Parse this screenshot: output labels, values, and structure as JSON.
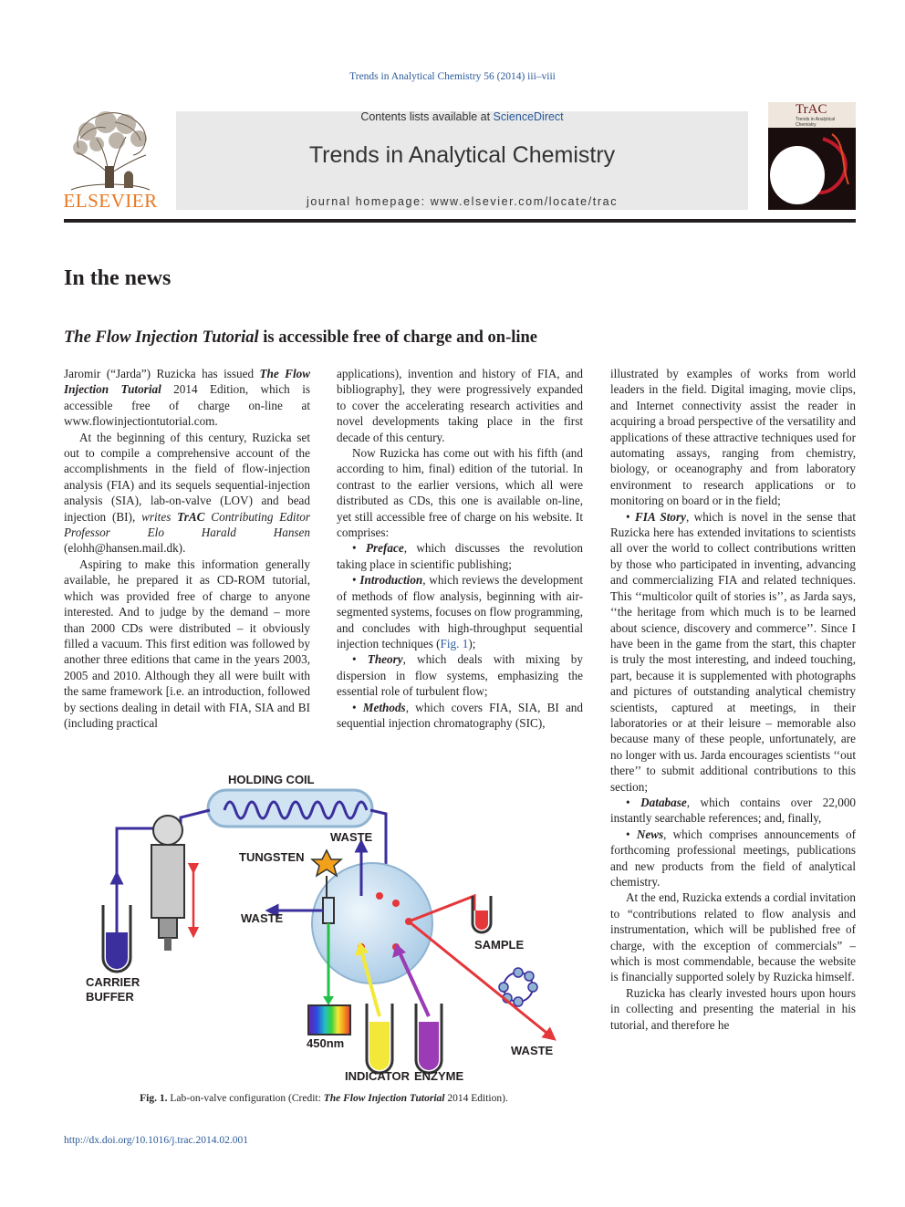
{
  "header": {
    "citation": "Trends in Analytical Chemistry 56 (2014) iii–viii",
    "contents_prefix": "Contents lists available at ",
    "contents_link": "ScienceDirect",
    "journal_title": "Trends in Analytical Chemistry",
    "homepage": "journal homepage: www.elsevier.com/locate/trac",
    "publisher_logo": "ELSEVIER",
    "cover_title": "TrAC",
    "cover_subtitle": "Trends in Analytical Chemistry"
  },
  "section_title": "In the news",
  "article": {
    "title_italic": "The Flow Injection Tutorial",
    "title_rest": " is accessible free of charge and on-line"
  },
  "col1": {
    "p1_a": "Jaromir (“Jarda”) Ruzicka has issued ",
    "p1_b": "The Flow Injection Tutorial",
    "p1_c": " 2014 Edition, which is accessible free of charge on-line at www.flowinjectiontutorial.com.",
    "p2_a": "At the beginning of this century, Ruzicka set out to compile a comprehensive account of the accomplishments in the field of flow-injection analysis (FIA) and its sequels sequential-injection analysis (SIA), lab-on-valve (LOV) and bead injection (BI), ",
    "p2_b": "writes ",
    "p2_c": "TrAC",
    "p2_d": " Contributing Editor Professor Elo Harald Hansen",
    "p2_e": " (elohh@hansen.mail.dk).",
    "p3": "Aspiring to make this information generally available, he prepared it as CD-ROM tutorial, which was provided free of charge to anyone interested. And to judge by the demand – more than 2000 CDs were distributed – it obviously filled a vacuum. This first edition was followed by another three editions that came in the years 2003, 2005 and 2010. Although they all were built with the same framework [i.e. an introduction, followed by sections dealing in detail with FIA, SIA and BI (including practical"
  },
  "col2": {
    "p1": "applications), invention and history of FIA, and bibliography], they were progressively expanded to cover the accelerating research activities and novel developments taking place in the first decade of this century.",
    "p2": "Now Ruzicka has come out with his fifth (and according to him, final) edition of the tutorial. In contrast to the earlier versions, which all were distributed as CDs, this one is available on-line, yet still accessible free of charge on his website. It comprises:",
    "b1_term": "Preface",
    "b1_text": ", which discusses the revolution taking place in scientific publishing;",
    "b2_term": "Introduction",
    "b2_text": ", which reviews the development of methods of flow analysis, beginning with air-segmented systems, focuses on flow programming, and concludes with high-throughput sequential injection techniques (",
    "b2_ref": "Fig. 1",
    "b2_end": ");",
    "b3_term": "Theory",
    "b3_text": ", which deals with mixing by dispersion in flow systems, emphasizing the essential role of turbulent flow;",
    "b4_term": "Methods",
    "b4_text": ", which covers FIA, SIA, BI and sequential injection chromatography (SIC),"
  },
  "col3": {
    "p1": "illustrated by examples of works from world leaders in the field. Digital imaging, movie clips, and Internet connectivity assist the reader in acquiring a broad perspective of the versatility and applications of these attractive techniques used for automating assays, ranging from chemistry, biology, or oceanography and from laboratory environment to research applications or to monitoring on board or in the field;",
    "b1_term": "FIA Story",
    "b1_text": ", which is novel in the sense that Ruzicka here has extended invitations to scientists all over the world to collect contributions written by those who participated in inventing, advancing and commercializing FIA and related techniques. This ‘‘multicolor quilt of stories is’’, as Jarda says, ‘‘the heritage from which much is to be learned about science, discovery and commerce’’. Since I have been in the game from the start, this chapter is truly the most interesting, and indeed touching, part, because it is supplemented with photographs and pictures of outstanding analytical chemistry scientists, captured at meetings, in their laboratories or at their leisure – memorable also because many of these people, unfortunately, are no longer with us. Jarda encourages scientists ‘‘out there’’ to submit additional contributions to this section;",
    "b2_term": "Database",
    "b2_text": ", which contains over 22,000 instantly searchable references; and, finally,",
    "b3_term": "News",
    "b3_text": ", which comprises announcements of forthcoming professional meetings, publications and new products from the field of analytical chemistry.",
    "p2": "At the end, Ruzicka extends a cordial invitation to “contributions related to flow analysis and instrumentation, which will be published free of charge, with the exception of commercials” – which is most commendable, because the website is financially supported solely by Ruzicka himself.",
    "p3": "Ruzicka has clearly invested hours upon hours in collecting and presenting the material in his tutorial, and therefore he"
  },
  "figure": {
    "labels": {
      "holding_coil": "HOLDING COIL",
      "waste_top": "WASTE",
      "tungsten": "TUNGSTEN",
      "waste_left": "WASTE",
      "sample": "SAMPLE",
      "carrier": "CARRIER",
      "buffer": "BUFFER",
      "wavelength": "450nm",
      "indicator": "INDICATOR",
      "enzyme": "ENZYME",
      "waste_right": "WASTE"
    },
    "caption_label": "Fig. 1.",
    "caption_text": " Lab-on-valve configuration (Credit: ",
    "caption_italic": "The Flow Injection Tutorial",
    "caption_end": " 2014 Edition).",
    "colors": {
      "line": "#3b2f9e",
      "green": "#22c14a",
      "yellow": "#f3e83a",
      "purple": "#9b3bb5",
      "red": "#e5363a",
      "valve": "#cfe3f2"
    }
  },
  "footer": {
    "doi": "http://dx.doi.org/10.1016/j.trac.2014.02.001"
  }
}
